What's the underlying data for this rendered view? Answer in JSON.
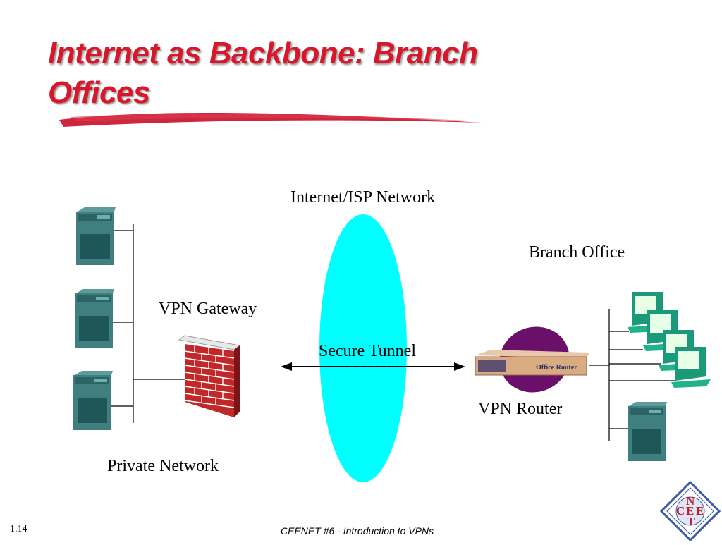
{
  "slide": {
    "title_line1": "Internet as Backbone:  Branch",
    "title_line2": "Offices",
    "number": "1.14",
    "footer": "CEENET #6 - Introduction to VPNs"
  },
  "labels": {
    "internet": "Internet/ISP Network",
    "branch_office": "Branch Office",
    "vpn_gateway": "VPN Gateway",
    "secure_tunnel": "Secure Tunnel",
    "vpn_router": "VPN Router",
    "private_network": "Private Network",
    "router_brand": "Office Router"
  },
  "logo": {
    "letters": [
      "N",
      "C",
      "E",
      "E",
      "T"
    ]
  },
  "colors": {
    "title": "#d8182a",
    "cloud": "#00ffff",
    "server": "#3f7f80",
    "workstation": "#1a9a7a",
    "brick": "#c0282a",
    "router_shadow": "#6a0f6a"
  }
}
